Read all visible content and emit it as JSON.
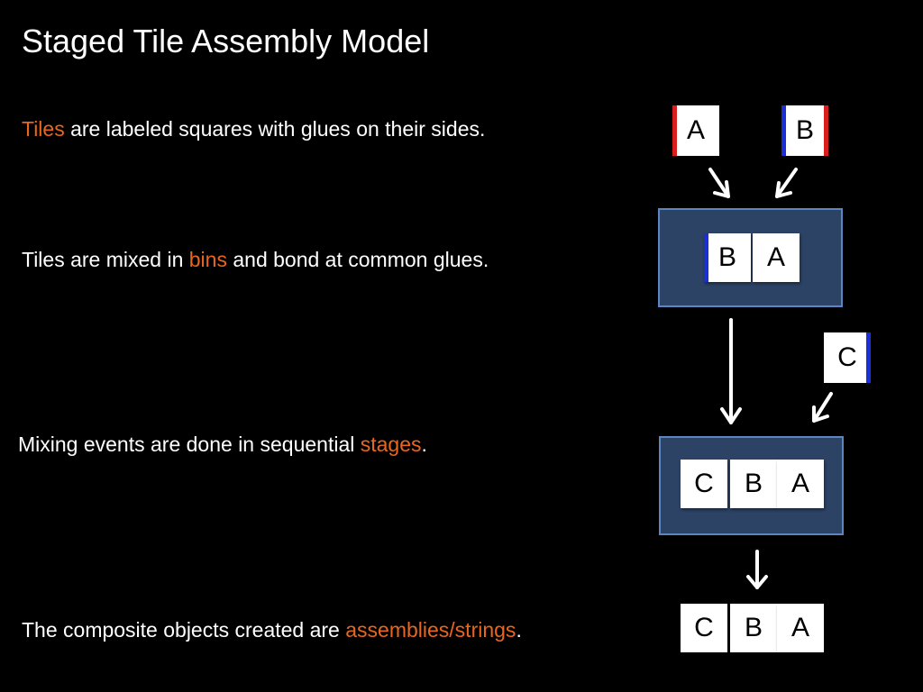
{
  "slide": {
    "title": "Staged Tile Assembly Model"
  },
  "bullets": {
    "tiles": {
      "highlight": "Tiles",
      "rest": " are labeled squares with glues on their sides."
    },
    "bins": {
      "before": "Tiles are mixed in ",
      "highlight": "bins",
      "after": " and bond at common glues."
    },
    "stages": {
      "before": "Mixing events are done in sequential ",
      "highlight": "stages",
      "after": "."
    },
    "assemblies": {
      "before": "The composite objects created are ",
      "highlight": "assemblies/strings",
      "after": "."
    }
  },
  "tiles": {
    "a": "A",
    "b": "B",
    "c": "C"
  },
  "colors": {
    "background": "#000000",
    "highlight": "#e8661e",
    "bin_fill": "#2c4366",
    "bin_border": "#5b86c2",
    "glue_red": "#d91e1e",
    "glue_blue": "#1a2fd6",
    "arrow": "#ffffff"
  }
}
